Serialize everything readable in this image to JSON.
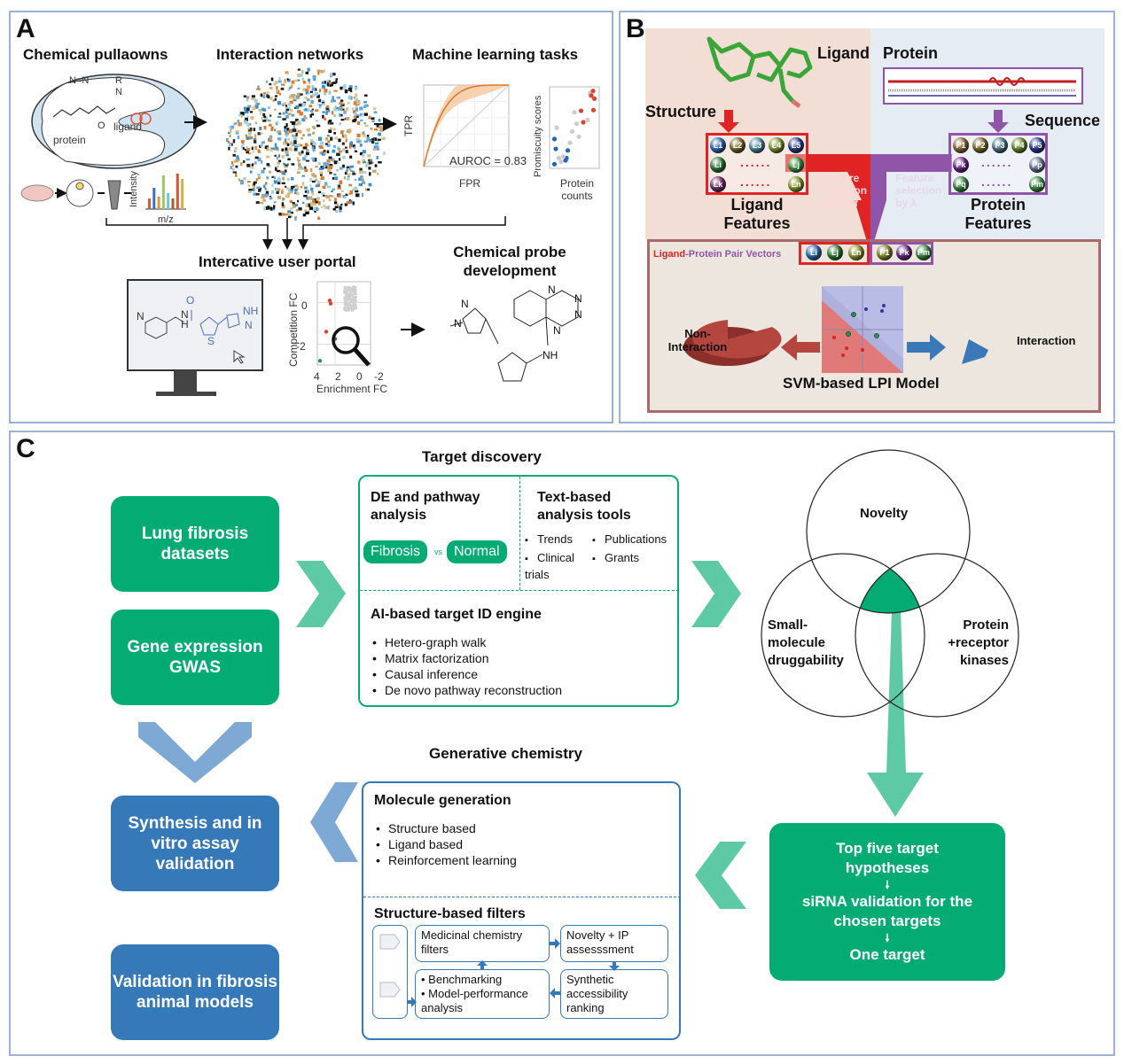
{
  "panel_a": {
    "letter": "A",
    "titles": {
      "pulldowns": "Chemical pullaowns",
      "networks": "Interaction networks",
      "ml": "Machine learning tasks",
      "portal": "Intercative user portal",
      "probe": "Chemical probe development"
    },
    "pulldown_labels": {
      "protein": "protein",
      "ligand": "ligand",
      "diazirine": "N=N",
      "r_group": "R",
      "n_atom": "N",
      "carbonyl_o": "O"
    },
    "ms_plot": {
      "ylabel": "Intensity",
      "xlabel": "m/z",
      "bar_colors": [
        "#e0533a",
        "#3b6fc0",
        "#e0953a",
        "#9bc86a",
        "#6cc7d8",
        "#a06030",
        "#e05030",
        "#d8b040"
      ],
      "bar_heights": [
        0.3,
        0.6,
        0.35,
        0.95,
        0.45,
        0.3,
        1.0,
        0.85
      ]
    },
    "roc": {
      "xlabel": "FPR",
      "ylabel": "TPR",
      "annotation": "AUROC = 0.83",
      "auroc": 0.83,
      "line_color": "#e0762a",
      "band_color": "#f5c79c"
    },
    "promiscuity": {
      "xlabel": "Protein counts",
      "ylabel": "Promiscuity scores",
      "points": [
        {
          "x": 0.05,
          "y": 0.02,
          "c": "blue"
        },
        {
          "x": 0.08,
          "y": 0.22,
          "c": "blue"
        },
        {
          "x": 0.05,
          "y": 0.35,
          "c": "blue"
        },
        {
          "x": 0.3,
          "y": 0.07,
          "c": "blue"
        },
        {
          "x": 0.32,
          "y": 0.1,
          "c": "blue"
        },
        {
          "x": 0.35,
          "y": 0.2,
          "c": "blue"
        },
        {
          "x": 0.15,
          "y": 0.1,
          "c": "gray"
        },
        {
          "x": 0.2,
          "y": 0.05,
          "c": "gray"
        },
        {
          "x": 0.25,
          "y": 0.12,
          "c": "gray"
        },
        {
          "x": 0.4,
          "y": 0.3,
          "c": "gray"
        },
        {
          "x": 0.45,
          "y": 0.45,
          "c": "gray"
        },
        {
          "x": 0.5,
          "y": 0.7,
          "c": "gray"
        },
        {
          "x": 0.55,
          "y": 0.55,
          "c": "gray"
        },
        {
          "x": 0.1,
          "y": 0.5,
          "c": "gray"
        },
        {
          "x": 0.8,
          "y": 0.6,
          "c": "gray"
        },
        {
          "x": 0.85,
          "y": 0.95,
          "c": "gray"
        },
        {
          "x": 0.6,
          "y": 0.38,
          "c": "gray"
        },
        {
          "x": 0.65,
          "y": 0.72,
          "c": "red"
        },
        {
          "x": 0.7,
          "y": 0.57,
          "c": "red"
        },
        {
          "x": 0.88,
          "y": 0.92,
          "c": "red"
        },
        {
          "x": 0.92,
          "y": 0.98,
          "c": "red"
        },
        {
          "x": 0.95,
          "y": 0.88,
          "c": "red"
        },
        {
          "x": 0.93,
          "y": 0.73,
          "c": "red"
        }
      ]
    },
    "competition_plot": {
      "xlabel": "Enrichment FC",
      "ylabel": "Competition FC",
      "x_ticks": [
        "4",
        "2",
        "0",
        "-2"
      ],
      "y_ticks": [
        "0",
        "-2"
      ],
      "highlight_points": [
        {
          "x": 2.6,
          "y": 0.1,
          "c": "#d9432f"
        },
        {
          "x": 2.5,
          "y": -0.05,
          "c": "#d9432f"
        },
        {
          "x": 3.0,
          "y": -1.4,
          "c": "#d9432f"
        },
        {
          "x": 2.0,
          "y": -1.75,
          "c": "#2166b8"
        },
        {
          "x": 3.7,
          "y": -2.8,
          "c": "#1d9a4a"
        }
      ]
    },
    "monitor_molecule": {
      "left_atoms": [
        "N",
        "N",
        "H"
      ],
      "right_atoms": [
        "O",
        "S",
        "NH",
        "N"
      ]
    },
    "probe_molecule": {
      "atoms": [
        "N",
        "N",
        "N",
        "N",
        "N",
        "N",
        "NH"
      ]
    }
  },
  "panel_b": {
    "letter": "B",
    "headers": {
      "ligand": "Ligand",
      "protein": "Protein"
    },
    "structure_label": "Structure",
    "sequence_label": "Sequence",
    "ligand_features_label": "Ligand Features",
    "protein_features_label": "Protein Features",
    "ligand_selection": "Feature selection by coef",
    "protein_selection": "Feature selection by λ",
    "pair_vectors": {
      "ligand_part": "Ligand",
      "rest": "-Protein Pair Vectors"
    },
    "ligand_balls": [
      "L1",
      "L2",
      "L3",
      "L4",
      "L5",
      "Li",
      "Lj",
      "Lk",
      "Ln"
    ],
    "protein_balls": [
      "P1",
      "P2",
      "P3",
      "P4",
      "P5",
      "Pk",
      "Pp",
      "Pq",
      "Pm"
    ],
    "pair_balls": [
      "Li",
      "Lj",
      "Ln",
      "P1",
      "Pk",
      "Pm"
    ],
    "non_interaction": "Non-Interaction",
    "interaction": "Interaction",
    "model_label": "SVM-based LPI Model",
    "colors": {
      "ligand": "#e02424",
      "protein": "#9055a8",
      "frame": "#a86a6a",
      "non_interaction": "#b5453f",
      "interaction": "#3b78b8"
    }
  },
  "panel_c": {
    "letter": "C",
    "target_discovery_title": "Target discovery",
    "generative_title": "Generative chemistry",
    "inputs": [
      "Lung fibrosis datasets",
      "Gene expression GWAS"
    ],
    "de_title": "DE and pathway analysis",
    "pill_a": "Fibrosis",
    "vs": "vs",
    "pill_b": "Normal",
    "text_tools_title": "Text-based analysis tools",
    "text_tools": [
      "Trends",
      "Publications",
      "Clinical trials",
      "Grants"
    ],
    "ai_title": "AI-based target ID engine",
    "ai_items": [
      "Hetero-graph walk",
      "Matrix factorization",
      "Causal inference",
      "De novo pathway reconstruction"
    ],
    "venn": [
      "Novelty",
      "Small-molecule druggability",
      "Protein +receptor kinases"
    ],
    "target_box": [
      "Top five target hypotheses",
      "siRNA validation for the chosen targets",
      "One target"
    ],
    "mol_gen_title": "Molecule generation",
    "mol_gen_items": [
      "Structure based",
      "Ligand based",
      "Reinforcement learning"
    ],
    "filters_title": "Structure-based filters",
    "filters": {
      "medchem": "Medicinal chemistry filters",
      "novelty": "Novelty + IP assesssment",
      "synthetic": "Synthetic accessibility ranking",
      "benchmark": [
        "Benchmarking",
        "Model-performance analysis"
      ]
    },
    "outputs": [
      "Synthesis and in vitro assay validation",
      "Validation in fibrosis animal models"
    ],
    "colors": {
      "green": "#04ac74",
      "light_green": "#5dcaa5",
      "blue": "#3679b9",
      "light_blue": "#7ea9d4"
    }
  }
}
